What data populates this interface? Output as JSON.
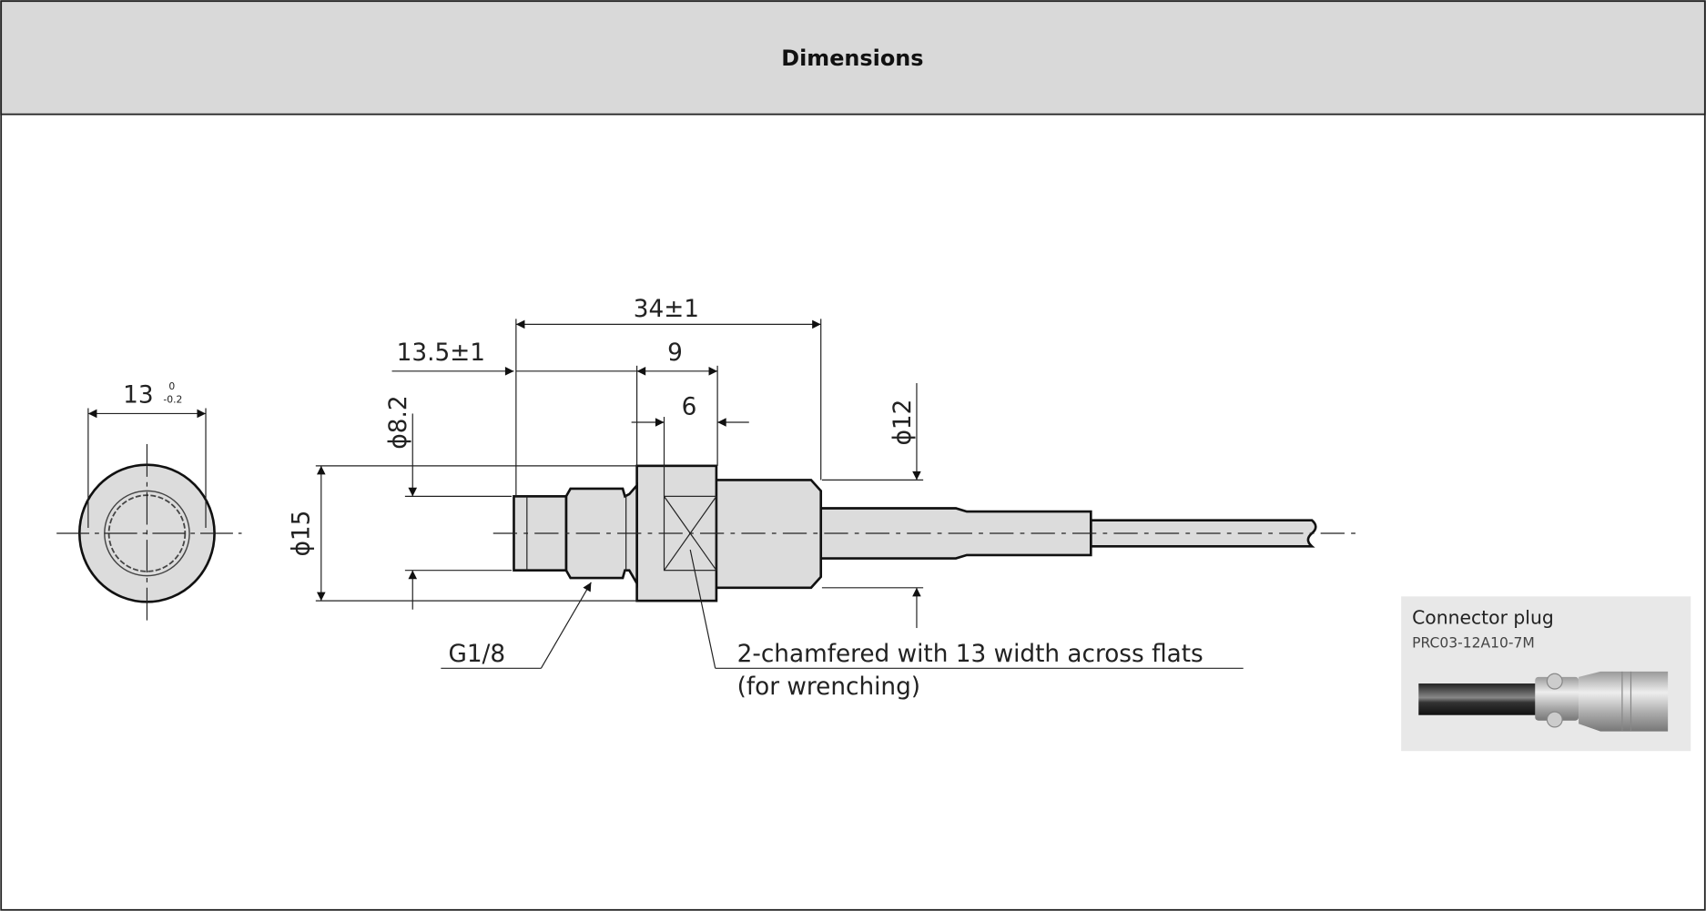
{
  "header": {
    "title": "Dimensions"
  },
  "drawing": {
    "end_view": {
      "width_label": "13",
      "tol_upper": "0",
      "tol_lower": "-0.2"
    },
    "dims": {
      "overall": "34±1",
      "tip": "13.5±1",
      "hex_length": "9",
      "flat_width": "6",
      "thread_dia": "ϕ8.2",
      "hex_dia": "ϕ15",
      "body_dia": "ϕ12"
    },
    "notes": {
      "thread": "G1/8",
      "chamfer_line1": "2-chamfered with 13 width across flats",
      "chamfer_line2": "(for wrenching)"
    }
  },
  "connector": {
    "title": "Connector plug",
    "model": "PRC03-12A10-7M"
  }
}
